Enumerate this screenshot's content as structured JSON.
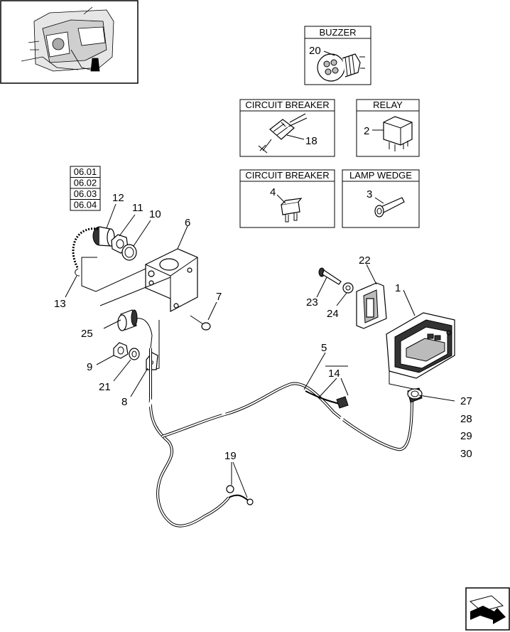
{
  "inset": {
    "name": "location-thumbnail"
  },
  "ref_pages": [
    "06.01",
    "06.02",
    "06.03",
    "06.04"
  ],
  "boxes": {
    "buzzer": {
      "title": "BUZZER",
      "callout": "20"
    },
    "circuit_breaker_1": {
      "title": "CIRCUIT BREAKER",
      "callout": "18"
    },
    "relay": {
      "title": "RELAY",
      "callout": "2"
    },
    "circuit_breaker_2": {
      "title": "CIRCUIT BREAKER",
      "callout": "4"
    },
    "lamp_wedge": {
      "title": "LAMP WEDGE",
      "callout": "3"
    }
  },
  "callouts": {
    "c1": "1",
    "c5": "5",
    "c6": "6",
    "c7": "7",
    "c8": "8",
    "c9": "9",
    "c10": "10",
    "c11": "11",
    "c12": "12",
    "c13": "13",
    "c14": "14",
    "c19": "19",
    "c21": "21",
    "c22": "22",
    "c23": "23",
    "c24": "24",
    "c25": "25",
    "c27": "27",
    "c28": "28",
    "c29": "29",
    "c30": "30"
  },
  "nav": {
    "icon": "next-page-arrow-icon"
  }
}
